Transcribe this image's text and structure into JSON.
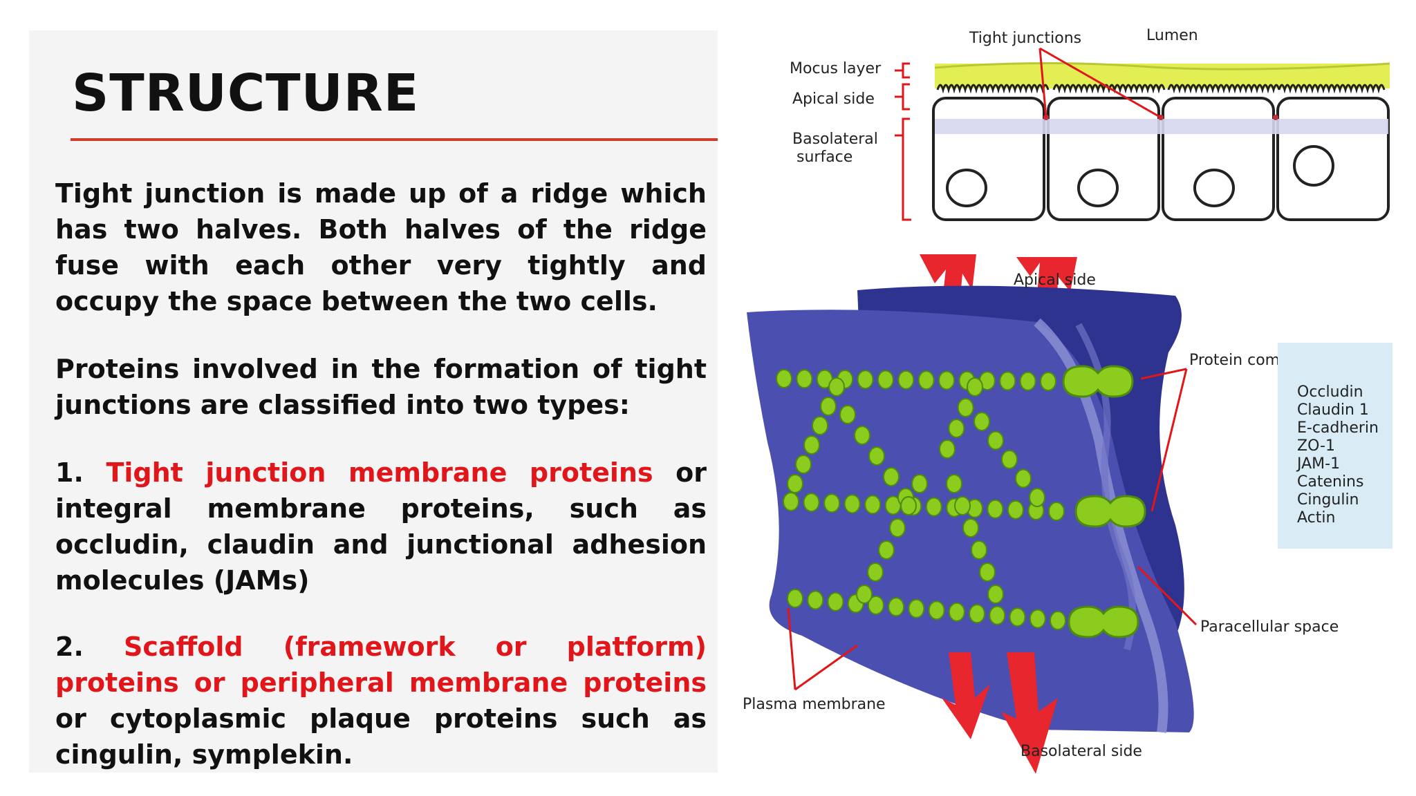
{
  "slide": {
    "title": "STRUCTURE",
    "para1": "Tight junction is made up of a ridge which has two halves. Both halves of the ridge fuse with each other very tightly and occupy the space between the two cells.",
    "para2": "Proteins involved in the formation of tight junctions are classified into two types:",
    "item1": {
      "number": "1.",
      "highlight": "Tight junction membrane proteins",
      "rest": " or integral membrane proteins, such as occludin, claudin and junctional adhesion molecules (JAMs)"
    },
    "item2": {
      "number": "2.",
      "highlight": "Scaffold (framework or platform) proteins or peripheral membrane proteins",
      "rest": " or cytoplasmic plaque proteins such as cingulin, symplekin."
    }
  },
  "top_diagram": {
    "labels": {
      "tight_junctions": "Tight junctions",
      "lumen": "Lumen",
      "mocus_layer": "Mocus layer",
      "apical_side": "Apical side",
      "basolateral_line1": "Basolateral",
      "basolateral_line2": "surface"
    }
  },
  "bottom_diagram": {
    "labels": {
      "apical_side": "Apical side",
      "protein_complex": "Protein complex",
      "paracellular_space": "Paracellular space",
      "plasma_membrane": "Plasma membrane",
      "basolateral_side": "Basolateral side"
    },
    "protein_list": [
      "Occludin",
      "Claudin 1",
      "E-cadherin",
      "ZO-1",
      "JAM-1",
      "Catenins",
      "Cingulin",
      "Actin"
    ]
  },
  "colors": {
    "accent_red": "#e0161b",
    "membrane_blue": "#4a4fb0",
    "protein_green": "#8ccc1e",
    "mucus_yellow": "#e3ee54",
    "list_bg": "#d9ecf5"
  }
}
